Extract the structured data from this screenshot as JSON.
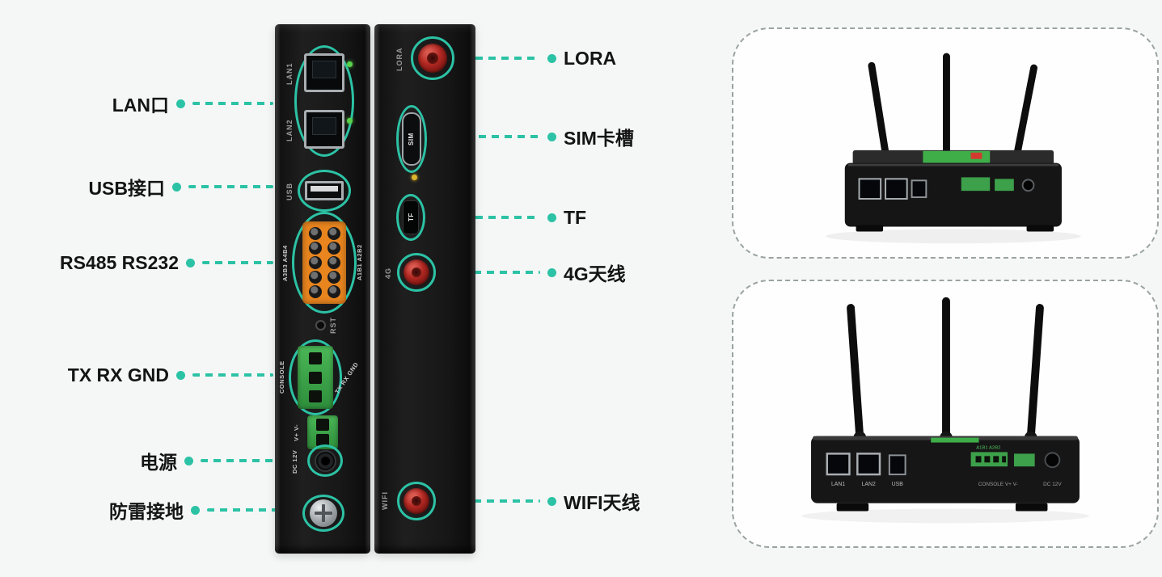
{
  "colors": {
    "page_bg": "#f4f7f6",
    "accent": "#2cc2a5",
    "text_dark": "#141414",
    "metal": "#a9aeb2",
    "orange": "#e8851f",
    "green": "#3da04a",
    "red_rf": "#b22822",
    "photo_border": "#9aa3a0"
  },
  "callouts": {
    "left": [
      {
        "label": "LAN口"
      },
      {
        "label": "USB接口"
      },
      {
        "label": "RS485 RS232"
      },
      {
        "label": "TX RX GND"
      },
      {
        "label": "电源"
      },
      {
        "label": "防雷接地"
      }
    ],
    "right": [
      {
        "label": "LORA"
      },
      {
        "label": "SIM卡槽"
      },
      {
        "label": "TF"
      },
      {
        "label": "4G天线"
      },
      {
        "label": "WIFI天线"
      }
    ]
  },
  "device": {
    "panel_front": {
      "lan1": "LAN1",
      "lan2": "LAN2",
      "usb": "USB",
      "serial_right": "A1B1 A2B2",
      "serial_left": "A3B3 A4B4",
      "rst": "RST",
      "console": "CONSOLE",
      "txrxgnd": "TX RX GND",
      "vplusminus": "V+ V-",
      "dc": "DC 12V"
    },
    "panel_side": {
      "lora": "LORA",
      "sim": "SIM",
      "tf": "TF",
      "g4": "4G",
      "wifi": "WIFI"
    }
  },
  "photos": {
    "bottom": {
      "port_labels": [
        "LAN1",
        "LAN2",
        "USB"
      ],
      "terminal_label": "A1B1 A2B2",
      "console_label": "CONSOLE  V+ V-",
      "dc_label": "DC 12V"
    }
  }
}
